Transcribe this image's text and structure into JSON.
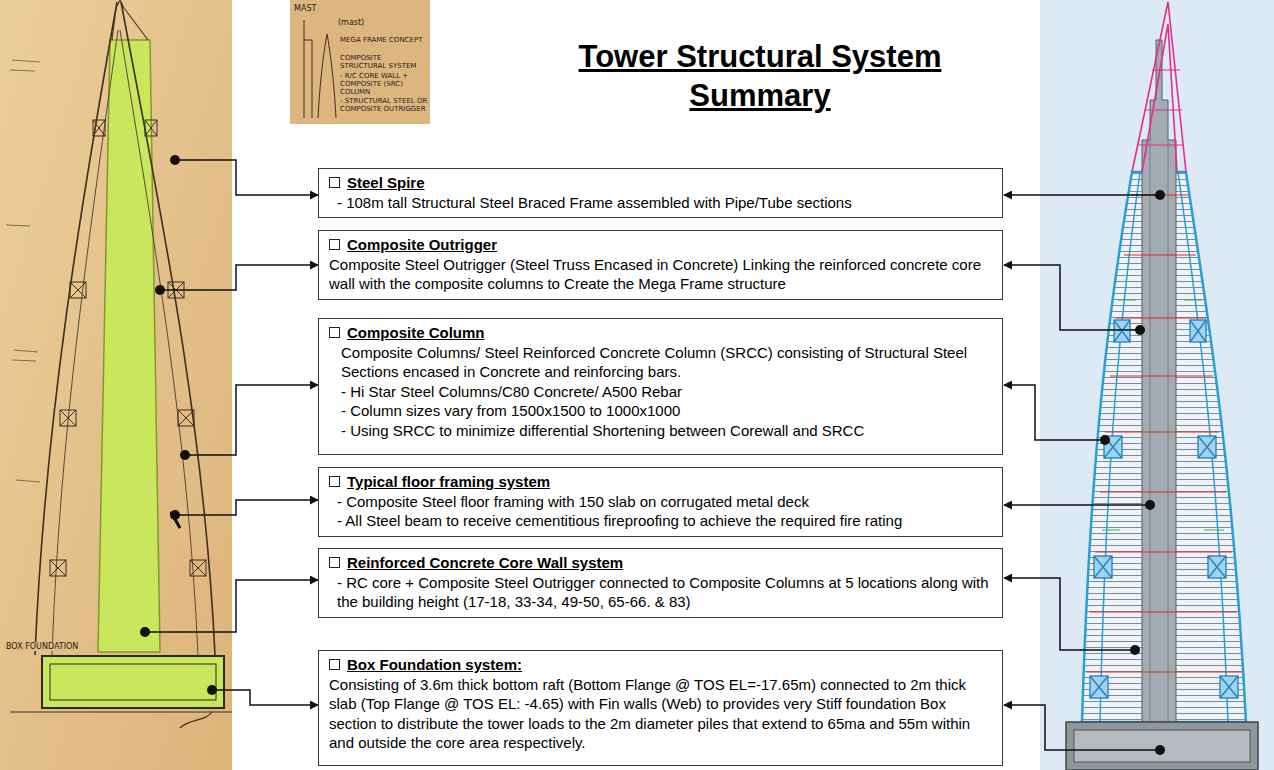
{
  "diagram": {
    "title": "Tower Structural System Summary",
    "nodes": [
      {
        "text": [
          "Steel Spire",
          "- 108m tall Structural Steel Braced Frame assembled with Pipe/Tube sections"
        ]
      },
      {
        "text": [
          "Composite Outrigger",
          "Composite Steel Outrigger (Steel Truss Encased in Concrete) Linking the reinforced concrete core wall with the composite columns to Create the Mega Frame structure"
        ]
      },
      {
        "text": [
          "Composite Column",
          "Composite Columns/ Steel Reinforced Concrete Column (SRCC) consisting of Structural Steel Sections encased in Concrete and reinforcing bars.",
          "- Hi Star Steel Columns/C80 Concrete/ A500 Rebar",
          "- Column sizes vary from 1500x1500 to 1000x1000",
          "- Using SRCC to minimize differential Shortening between Corewall and SRCC"
        ]
      },
      {
        "text": [
          "Typical floor framing system",
          "- Composite Steel floor framing with 150 slab on corrugated metal deck",
          "- All Steel beam to receive cementitious fireproofing to achieve the required fire rating"
        ]
      },
      {
        "text": [
          "Reinforced Concrete Core Wall system",
          "- RC core + Composite Steel Outrigger connected to Composite Columns at 5 locations along with the building height (17-18, 33-34, 49-50, 65-66. & 83)"
        ]
      },
      {
        "text": [
          "Box Foundation system:",
          "Consisting of 3.6m thick bottom raft (Bottom Flange @ TOS EL=-17.65m) connected to 2m thick slab (Top Flange @ TOS EL: -4.65) with Fin walls (Web) to provides very Stiff foundation Box section to distribute the tower loads to the 2m diameter piles that extend to 65ma and 55m within and outside the core area respectively."
        ]
      }
    ],
    "labels": [
      "MAST",
      "(mast)",
      "MEGA FRAME CONCEPT",
      "COMPOSITE STRUCTURAL SYSTEM",
      "- R/C CORE WALL + COMPOSITE (SRC) COLUMN",
      "- STRUCTURAL STEEL OR COMPOSITE OUTRIGGER",
      "BOX FOUNDATION"
    ]
  }
}
